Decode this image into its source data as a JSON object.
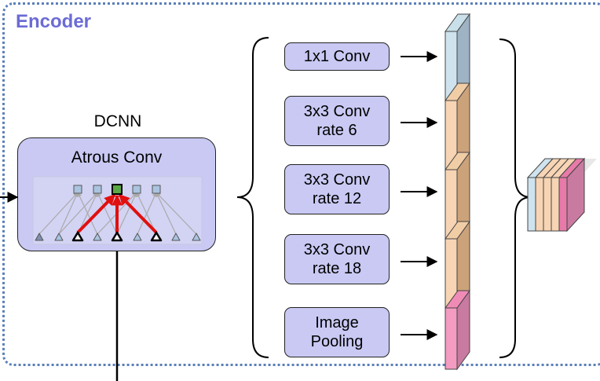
{
  "encoder": {
    "title": "Encoder"
  },
  "dcnn": {
    "label": "DCNN",
    "inner_label": "Atrous Conv"
  },
  "branches": [
    {
      "label": "1x1 Conv",
      "color": "#a9bcc8"
    },
    {
      "label": "3x3 Conv\nrate 6",
      "color": "#cfa77c"
    },
    {
      "label": "3x3 Conv\nrate 12",
      "color": "#cfa77c"
    },
    {
      "label": "3x3 Conv\nrate 18",
      "color": "#cfa77c"
    },
    {
      "label": "Image\nPooling",
      "color": "#cf7fa6"
    }
  ],
  "concat_colors": [
    "#cfe3ee",
    "#f7d4b4",
    "#f7d4b4",
    "#f7d4b4",
    "#e77aa9"
  ]
}
